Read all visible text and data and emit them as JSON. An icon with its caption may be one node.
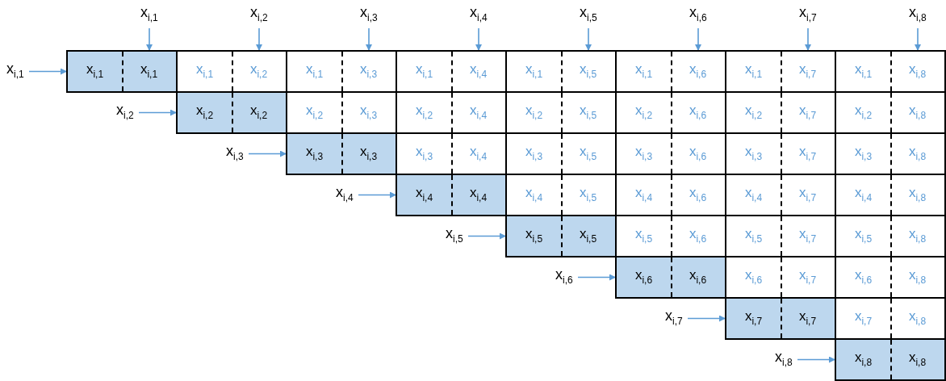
{
  "diagram": {
    "nodes": [
      {
        "text": [
          "x$_{i,1}$"
        ]
      },
      {
        "text": [
          "x$_{i,2}$"
        ]
      },
      {
        "text": [
          "x$_{i,3}$"
        ]
      },
      {
        "text": [
          "x$_{i,4}$"
        ]
      },
      {
        "text": [
          "x$_{i,5}$"
        ]
      },
      {
        "text": [
          "x$_{i,6}$"
        ]
      },
      {
        "text": [
          "x$_{i,7}$"
        ]
      },
      {
        "text": [
          "x$_{i,8}$"
        ]
      },
      {
        "text": [
          "x$_{i,1}$"
        ]
      },
      {
        "text": [
          "x$_{i,1}$",
          "x$_{i,1}$"
        ]
      },
      {
        "text": [
          "x$_{i,1}$",
          "x$_{i,2}$"
        ]
      },
      {
        "text": [
          "x$_{i,1}$",
          "x$_{i,3}$"
        ]
      },
      {
        "text": [
          "x$_{i,1}$",
          "x$_{i,4}$"
        ]
      },
      {
        "text": [
          "x$_{i,1}$",
          "x$_{i,5}$"
        ]
      },
      {
        "text": [
          "x$_{i,1}$",
          "x$_{i,6}$"
        ]
      },
      {
        "text": [
          "x$_{i,1}$",
          "x$_{i,7}$"
        ]
      },
      {
        "text": [
          "x$_{i,1}$",
          "x$_{i,8}$"
        ]
      },
      {
        "text": [
          "x$_{i,2}$"
        ]
      },
      {
        "text": [
          "x$_{i,2}$",
          "x$_{i,2}$"
        ]
      },
      {
        "text": [
          "x$_{i,2}$",
          "x$_{i,3}$"
        ]
      },
      {
        "text": [
          "x$_{i,2}$",
          "x$_{i,4}$"
        ]
      },
      {
        "text": [
          "x$_{i,2}$",
          "x$_{i,5}$"
        ]
      },
      {
        "text": [
          "x$_{i,2}$",
          "x$_{i,6}$"
        ]
      },
      {
        "text": [
          "x$_{i,2}$",
          "x$_{i,7}$"
        ]
      },
      {
        "text": [
          "x$_{i,2}$",
          "x$_{i,8}$"
        ]
      },
      {
        "text": [
          "x$_{i,3}$"
        ]
      },
      {
        "text": [
          "x$_{i,3}$",
          "x$_{i,3}$"
        ]
      },
      {
        "text": [
          "x$_{i,3}$",
          "x$_{i,4}$"
        ]
      },
      {
        "text": [
          "x$_{i,3}$",
          "x$_{i,5}$"
        ]
      },
      {
        "text": [
          "x$_{i,3}$",
          "x$_{i,6}$"
        ]
      },
      {
        "text": [
          "x$_{i,3}$",
          "x$_{i,7}$"
        ]
      },
      {
        "text": [
          "x$_{i,3}$",
          "x$_{i,8}$"
        ]
      },
      {
        "text": [
          "x$_{i,4}$"
        ]
      },
      {
        "text": [
          "x$_{i,4}$",
          "x$_{i,4}$"
        ]
      },
      {
        "text": [
          "x$_{i,4}$",
          "x$_{i,5}$"
        ]
      },
      {
        "text": [
          "x$_{i,4}$",
          "x$_{i,6}$"
        ]
      },
      {
        "text": [
          "x$_{i,4}$",
          "x$_{i,7}$"
        ]
      },
      {
        "text": [
          "x$_{i,4}$",
          "x$_{i,8}$"
        ]
      },
      {
        "text": [
          "x$_{i,5}$"
        ]
      },
      {
        "text": [
          "x$_{i,5}$",
          "x$_{i,5}$"
        ]
      },
      {
        "text": [
          "x$_{i,5}$",
          "x$_{i,6}$"
        ]
      },
      {
        "text": [
          "x$_{i,5}$",
          "x$_{i,7}$"
        ]
      },
      {
        "text": [
          "x$_{i,5}$",
          "x$_{i,8}$"
        ]
      },
      {
        "text": [
          "x$_{i,6}$"
        ]
      },
      {
        "text": [
          "x$_{i,6}$",
          "x$_{i,6}$"
        ]
      },
      {
        "text": [
          "x$_{i,6}$",
          "x$_{i,7}$"
        ]
      },
      {
        "text": [
          "x$_{i,6}$",
          "x$_{i,8}$"
        ]
      },
      {
        "text": [
          "x$_{i,7}$"
        ]
      },
      {
        "text": [
          "x$_{i,7}$",
          "x$_{i,7}$"
        ]
      },
      {
        "text": [
          "x$_{i,7}$",
          "x$_{i,8}$"
        ]
      },
      {
        "text": [
          "x$_{i,8}$"
        ]
      },
      {
        "text": [
          "x$_{i,8}$",
          "x$_{i,8}$"
        ]
      }
    ],
    "edges": [
      {
        "from": 0,
        "to": 9,
        "arrow": "to"
      },
      {
        "from": 1,
        "to": 10,
        "arrow": "to"
      },
      {
        "from": 2,
        "to": 11,
        "arrow": "to"
      },
      {
        "from": 3,
        "to": 12,
        "arrow": "to"
      },
      {
        "from": 4,
        "to": 13,
        "arrow": "to"
      },
      {
        "from": 5,
        "to": 14,
        "arrow": "to"
      },
      {
        "from": 6,
        "to": 15,
        "arrow": "to"
      },
      {
        "from": 7,
        "to": 16,
        "arrow": "to"
      },
      {
        "from": 8,
        "to": 9,
        "arrow": "to"
      },
      {
        "from": 17,
        "to": 18,
        "arrow": "to"
      },
      {
        "from": 25,
        "to": 26,
        "arrow": "to"
      },
      {
        "from": 32,
        "to": 33,
        "arrow": "to"
      },
      {
        "from": 38,
        "to": 39,
        "arrow": "to"
      },
      {
        "from": 43,
        "to": 44,
        "arrow": "to"
      },
      {
        "from": 47,
        "to": 48,
        "arrow": "to"
      },
      {
        "from": 50,
        "to": 51,
        "arrow": "to"
      }
    ]
  }
}
